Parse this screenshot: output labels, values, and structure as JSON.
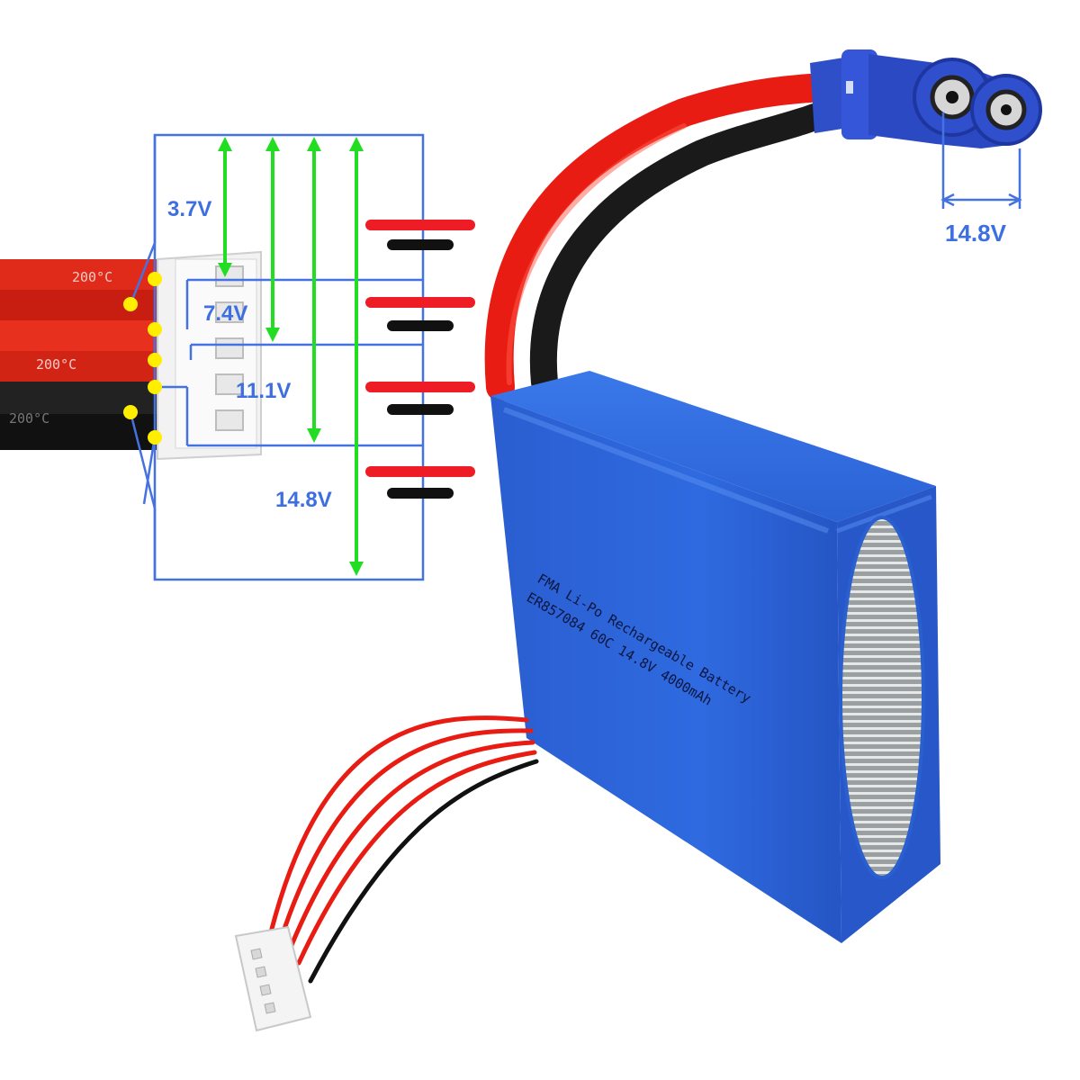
{
  "diagram": {
    "cell_voltage_labels": [
      "3.7V",
      "7.4V",
      "11.1V",
      "14.8V"
    ],
    "output_voltage_label": "14.8V"
  },
  "battery": {
    "label_line_1": "FMA Li-Po Rechargeable Battery",
    "label_line_2": "ER857084  60C 14.8V 4000mAh"
  },
  "cable_print": [
    "200°C",
    "200°C",
    "200°C"
  ],
  "colors": {
    "diagram_lines": "#4472e0",
    "voltage_arrows": "#22dd22",
    "cell_positive": "#ee1c24",
    "cell_negative": "#111111",
    "solder_points": "#ffee00",
    "battery_body": "#2d63d6",
    "connector": "#2f4fc8"
  }
}
